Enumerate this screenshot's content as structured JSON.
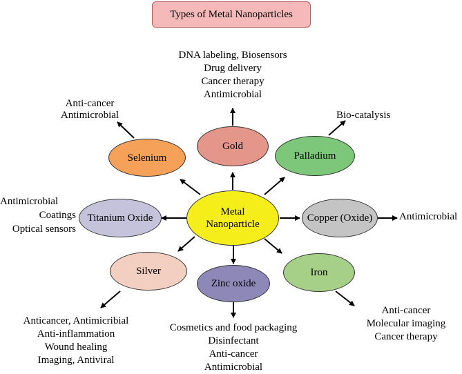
{
  "title": "Types of Metal Nanoparticles",
  "center": {
    "line1": "Metal",
    "line2": "Nanoparticle",
    "color": "#f5ee1a"
  },
  "nodes": {
    "gold": {
      "label": "Gold",
      "color": "#e5968a"
    },
    "selenium": {
      "label": "Selenium",
      "color": "#f5a15a"
    },
    "palladium": {
      "label": "Palladium",
      "color": "#7cc77a"
    },
    "titanium": {
      "label": "Titanium Oxide",
      "color": "#c5c2dc"
    },
    "copper": {
      "label": "Copper (Oxide)",
      "color": "#c4c4c4"
    },
    "silver": {
      "label": "Silver",
      "color": "#f2cfc0"
    },
    "zinc": {
      "label": "Zinc oxide",
      "color": "#8e88b8"
    },
    "iron": {
      "label": "Iron",
      "color": "#a6cf88"
    }
  },
  "uses": {
    "gold": [
      "DNA labeling, Biosensors",
      "Drug delivery",
      "Cancer therapy",
      "Antimicrobial"
    ],
    "selenium": [
      "Anti-cancer",
      "Antimicrobial"
    ],
    "palladium": [
      "Bio-catalysis"
    ],
    "titanium": [
      "Antimicrobial",
      "Coatings",
      "Optical sensors"
    ],
    "copper": [
      "Antimicrobial"
    ],
    "silver": [
      "Anticancer, Antimicribial",
      "Anti-inflammation",
      "Wound healing",
      "Imaging, Antiviral"
    ],
    "zinc": [
      "Cosmetics and food packaging",
      "Disinfectant",
      "Anti-cancer",
      "Antimicrobial"
    ],
    "iron": [
      "Anti-cancer",
      "Molecular imaging",
      "Cancer therapy"
    ]
  }
}
